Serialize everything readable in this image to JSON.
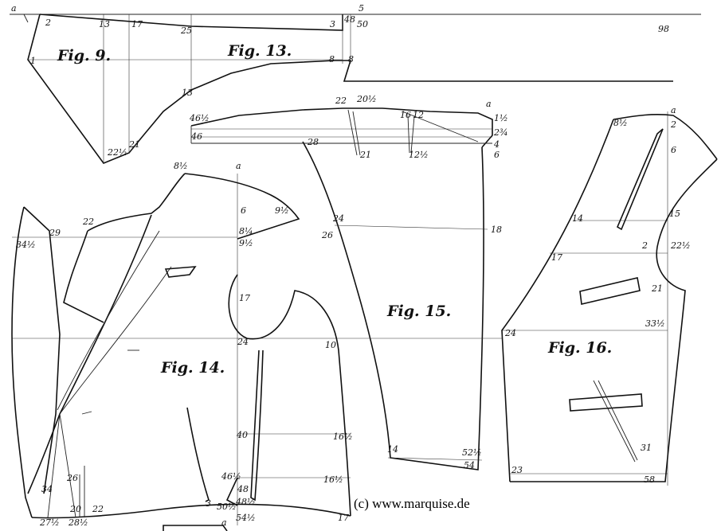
{
  "figures": [
    {
      "id": "fig9",
      "label": "Fig. 9."
    },
    {
      "id": "fig13",
      "label": "Fig. 13."
    },
    {
      "id": "fig14",
      "label": "Fig. 14."
    },
    {
      "id": "fig15",
      "label": "Fig. 15."
    },
    {
      "id": "fig16",
      "label": "Fig. 16."
    }
  ],
  "copyright": "(c) www.marquise.de",
  "measurements": {
    "fig9": [
      "a",
      "2",
      "13",
      "17",
      "1",
      "22½",
      "21"
    ],
    "fig13": [
      "25",
      "13",
      "3",
      "48",
      "5",
      "50",
      "98",
      "8",
      "8"
    ],
    "fig15": [
      "22",
      "20½",
      "a",
      "46½",
      "16",
      "12",
      "1½",
      "2¾",
      "4",
      "6",
      "46",
      "28",
      "21",
      "12½",
      "24",
      "26",
      "18",
      "14",
      "52½",
      "54"
    ],
    "fig14": [
      "8½",
      "a",
      "22",
      "6",
      "9½",
      "29",
      "8¼",
      "34½",
      "9½",
      "17",
      "24",
      "10",
      "40",
      "16½",
      "46½",
      "16½",
      "48",
      "3",
      "50½",
      "48½",
      "54½",
      "17",
      "26",
      "34",
      "20",
      "22",
      "27½",
      "28½"
    ],
    "fig16": [
      "a",
      "8½",
      "2",
      "6",
      "14",
      "15",
      "17",
      "2",
      "22½",
      "21",
      "24",
      "33½",
      "23",
      "31",
      "58"
    ],
    "misc": [
      "a"
    ]
  }
}
